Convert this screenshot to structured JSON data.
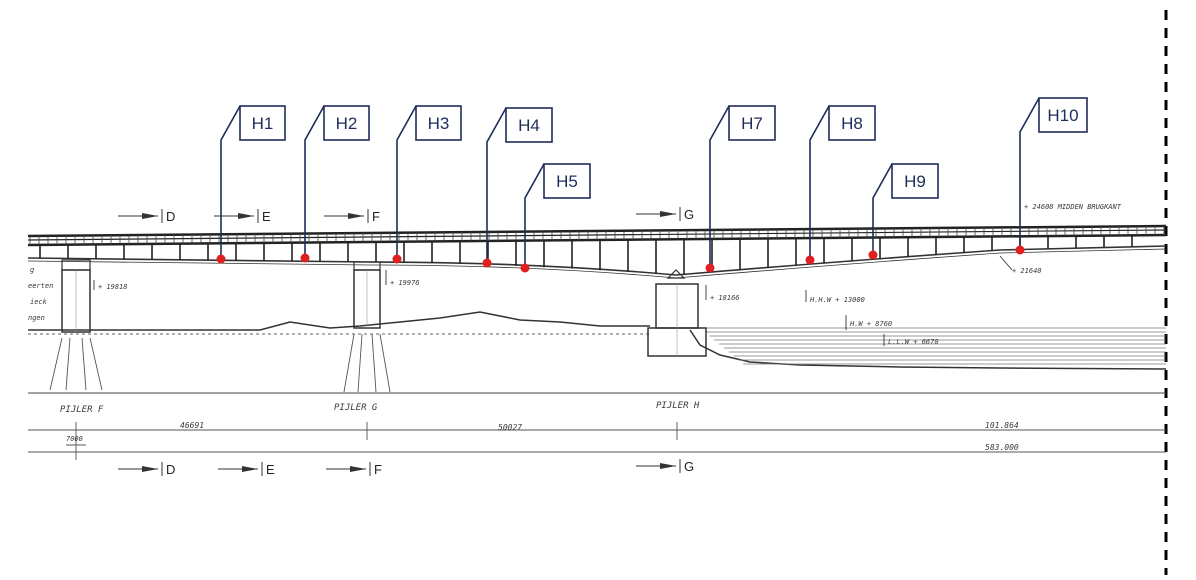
{
  "markers": [
    {
      "id": "H1",
      "label": "H1"
    },
    {
      "id": "H2",
      "label": "H2"
    },
    {
      "id": "H3",
      "label": "H3"
    },
    {
      "id": "H4",
      "label": "H4"
    },
    {
      "id": "H5",
      "label": "H5"
    },
    {
      "id": "H7",
      "label": "H7"
    },
    {
      "id": "H8",
      "label": "H8"
    },
    {
      "id": "H9",
      "label": "H9"
    },
    {
      "id": "H10",
      "label": "H10"
    }
  ],
  "sections": {
    "top": [
      "D",
      "E",
      "F",
      "G"
    ],
    "bottom": [
      "D",
      "E",
      "F",
      "G"
    ]
  },
  "piers": {
    "f": "PIJLER F",
    "g": "PIJLER G",
    "h": "PIJLER H"
  },
  "dimensions": {
    "d1": "46691",
    "d2": "50027",
    "d3": "101.864",
    "d4": "583.000",
    "d5": "7000"
  },
  "elevations": {
    "e1": "+ 24608 MIDDEN BRUGKANT",
    "e2": "+ 21640",
    "e3": "+ 19818",
    "e4": "+ 19976",
    "e5": "+ 18166",
    "e6": "H.H.W + 13000",
    "e7": "H.W + 8760",
    "e8": "L.L.W + 6670"
  },
  "left_notes": {
    "n1": "g",
    "n2": "eerten",
    "n3": "ieck",
    "n4": "ngen"
  }
}
